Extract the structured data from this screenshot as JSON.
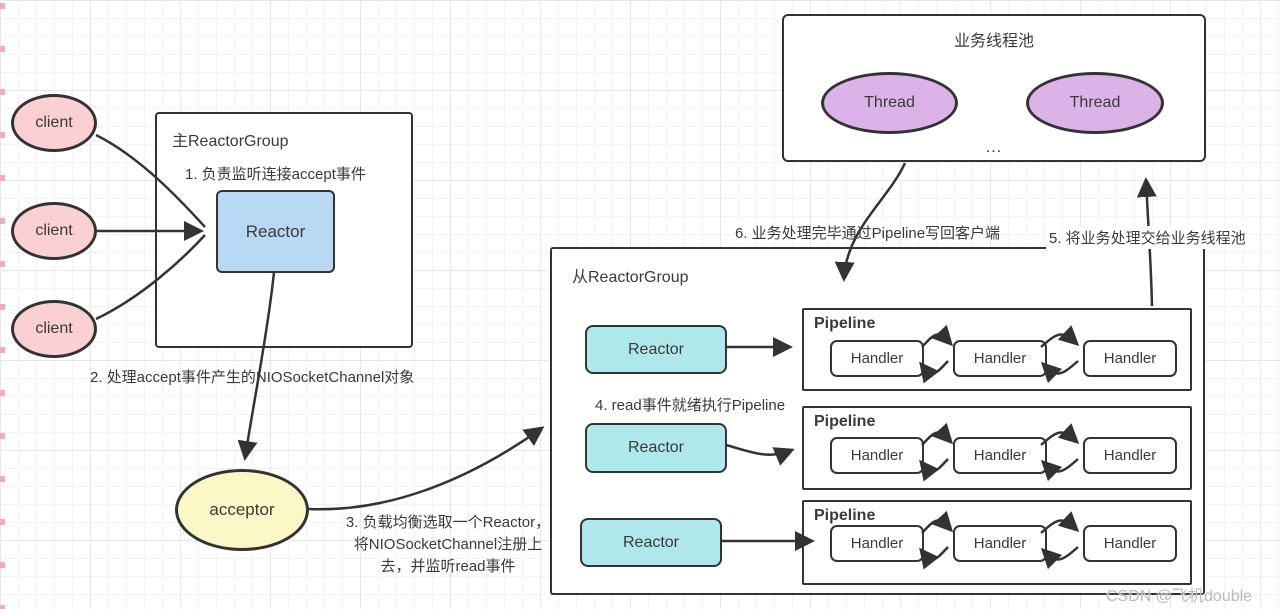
{
  "clients": [
    {
      "label": "client"
    },
    {
      "label": "client"
    },
    {
      "label": "client"
    }
  ],
  "main_group": {
    "title": "主ReactorGroup",
    "note1": "1. 负责监听连接accept事件",
    "reactor": "Reactor"
  },
  "note2": "2. 处理accept事件产生的NIOSocketChannel对象",
  "acceptor": {
    "label": "acceptor"
  },
  "note3": {
    "line1": "3. 负载均衡选取一个Reactor，",
    "line2": "将NIOSocketChannel注册上",
    "line3": "去，并监听read事件"
  },
  "sub_group": {
    "title": "从ReactorGroup",
    "note4": "4. read事件就绪执行Pipeline",
    "reactors": [
      {
        "label": "Reactor"
      },
      {
        "label": "Reactor"
      },
      {
        "label": "Reactor"
      }
    ],
    "pipelines": [
      {
        "title": "Pipeline",
        "handlers": [
          {
            "label": "Handler"
          },
          {
            "label": "Handler"
          },
          {
            "label": "Handler"
          }
        ]
      },
      {
        "title": "Pipeline",
        "handlers": [
          {
            "label": "Handler"
          },
          {
            "label": "Handler"
          },
          {
            "label": "Handler"
          }
        ]
      },
      {
        "title": "Pipeline",
        "handlers": [
          {
            "label": "Handler"
          },
          {
            "label": "Handler"
          },
          {
            "label": "Handler"
          }
        ]
      }
    ]
  },
  "thread_pool": {
    "title": "业务线程池",
    "threads": [
      {
        "label": "Thread"
      },
      {
        "label": "Thread"
      }
    ],
    "ellipsis": "..."
  },
  "note5": "5. 将业务处理交给业务线程池",
  "note6": "6. 业务处理完毕通过Pipeline写回客户端",
  "watermark": "CSDN @飞机double",
  "colors": {
    "client_fill": "#fbd0d2",
    "main_reactor_fill": "#b9d8f3",
    "acceptor_fill": "#fcf7c6",
    "sub_reactor_fill": "#aee8eb",
    "thread_fill": "#dcb3e8",
    "stroke": "#333333"
  }
}
